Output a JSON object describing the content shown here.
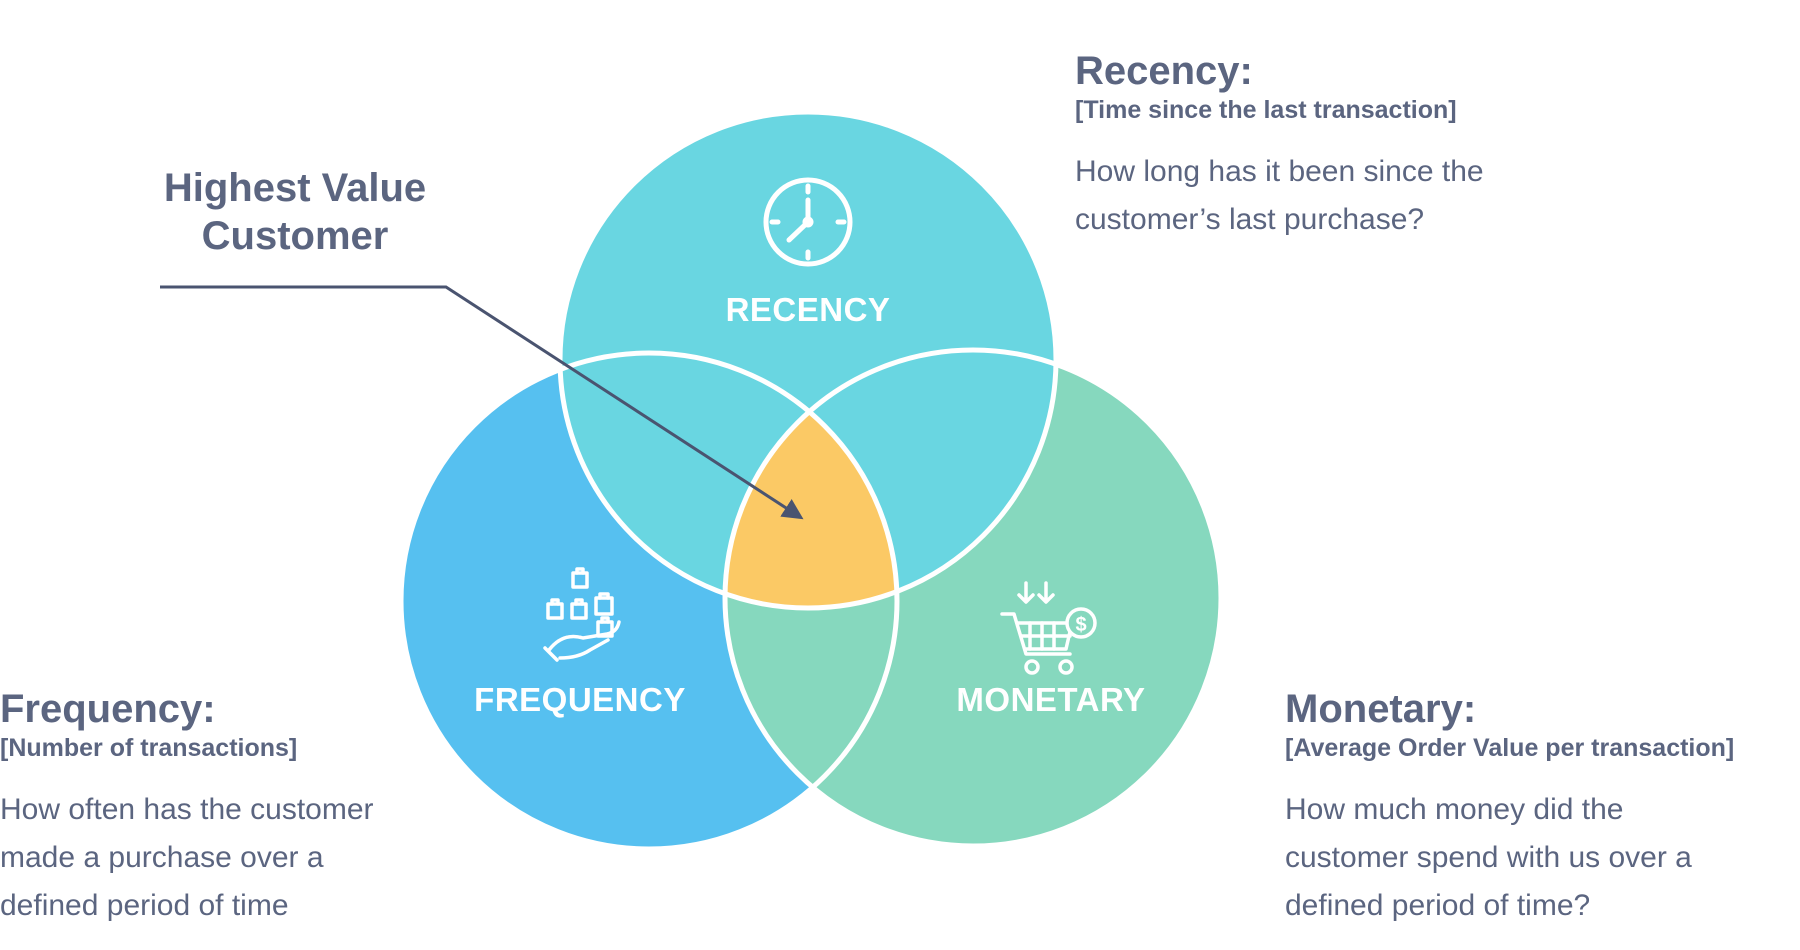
{
  "colors": {
    "recency": "#69d6e1",
    "frequency": "#56c0f0",
    "monetary": "#86d8be",
    "center": "#fbc965",
    "text": "#5b6580",
    "outline": "#ffffff"
  },
  "circles": {
    "recency": {
      "label": "RECENCY",
      "icon": "clock-icon"
    },
    "frequency": {
      "label": "FREQUENCY",
      "icon": "hand-with-shopping-bags-icon"
    },
    "monetary": {
      "label": "MONETARY",
      "icon": "shopping-cart-dollar-icon"
    }
  },
  "callout": {
    "line1": "Highest Value",
    "line2": "Customer"
  },
  "recency": {
    "title": "Recency:",
    "subtitle": "[Time since the last transaction]",
    "question_lines": [
      "How long has it been since the",
      "customer’s last purchase?"
    ]
  },
  "frequency": {
    "title": "Frequency:",
    "subtitle": "[Number of transactions]",
    "question_lines": [
      "How often has the customer",
      "made a purchase over a",
      "defined period of time"
    ]
  },
  "monetary": {
    "title": "Monetary:",
    "subtitle": "[Average Order Value per transaction]",
    "question_lines": [
      "How much money did the",
      "customer spend with us over a",
      "defined period of time?"
    ]
  }
}
